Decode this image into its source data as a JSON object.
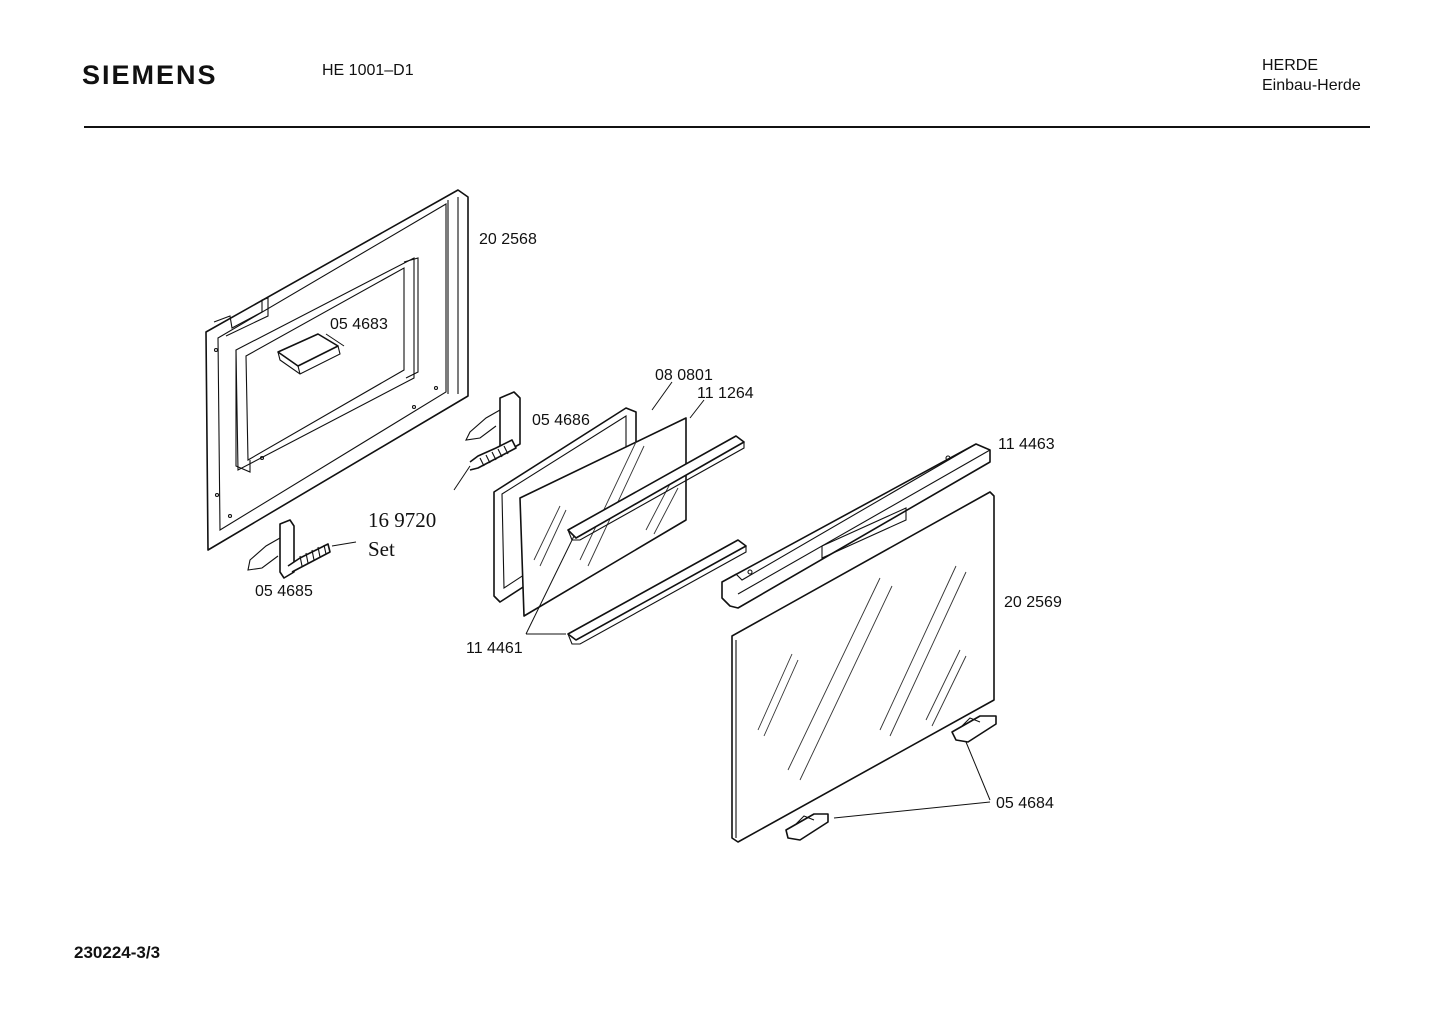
{
  "header": {
    "brand": "SIEMENS",
    "model": "HE 1001–D1",
    "category": "HERDE",
    "subcategory": "Einbau-Herde"
  },
  "footer": {
    "doc_ref": "230224-3/3"
  },
  "parts": {
    "p202568": "20 2568",
    "p054683": "05 4683",
    "p080801": "08 0801",
    "p111264": "11 1264",
    "p054686": "05 4686",
    "p114463": "11 4463",
    "p169720": "16 9720",
    "set": "Set",
    "p054685": "05 4685",
    "p114461": "11 4461",
    "p202569": "20 2569",
    "p054684": "05 4684"
  }
}
